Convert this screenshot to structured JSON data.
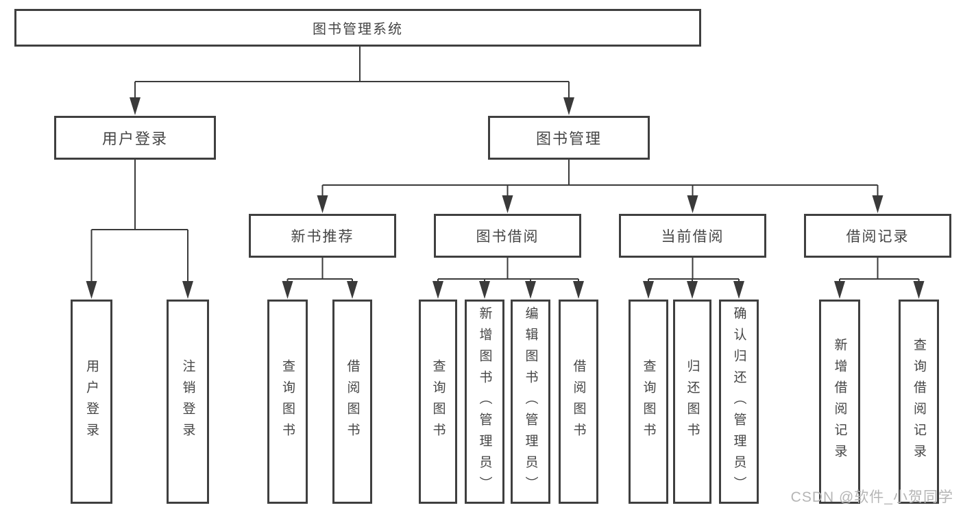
{
  "diagram": {
    "root": {
      "label": "图书管理系统"
    },
    "level2": [
      {
        "label": "用户登录",
        "parent": "图书管理系统"
      },
      {
        "label": "图书管理",
        "parent": "图书管理系统"
      }
    ],
    "level3": [
      {
        "label": "新书推荐",
        "parent": "图书管理"
      },
      {
        "label": "图书借阅",
        "parent": "图书管理"
      },
      {
        "label": "当前借阅",
        "parent": "图书管理"
      },
      {
        "label": "借阅记录",
        "parent": "图书管理"
      }
    ],
    "leaves": [
      {
        "label": "用户登录",
        "parent": "用户登录"
      },
      {
        "label": "注销登录",
        "parent": "用户登录"
      },
      {
        "label": "查询图书",
        "parent": "新书推荐"
      },
      {
        "label": "借阅图书",
        "parent": "新书推荐"
      },
      {
        "label": "查询图书",
        "parent": "图书借阅"
      },
      {
        "label": "新增图书（管理员）",
        "parent": "图书借阅"
      },
      {
        "label": "编辑图书（管理员）",
        "parent": "图书借阅"
      },
      {
        "label": "借阅图书",
        "parent": "图书借阅"
      },
      {
        "label": "查询图书",
        "parent": "当前借阅"
      },
      {
        "label": "归还图书",
        "parent": "当前借阅"
      },
      {
        "label": "确认归还（管理员）",
        "parent": "当前借阅"
      },
      {
        "label": "新增借阅记录",
        "parent": "借阅记录"
      },
      {
        "label": "查询借阅记录",
        "parent": "借阅记录"
      }
    ]
  },
  "watermark": {
    "text": "CSDN @软件_小贺同学"
  },
  "colors": {
    "background": "#ffffff",
    "border": "#3f3f3f",
    "line": "#3a3a3a",
    "text": "#454545",
    "watermark": "#b5b5b5"
  }
}
